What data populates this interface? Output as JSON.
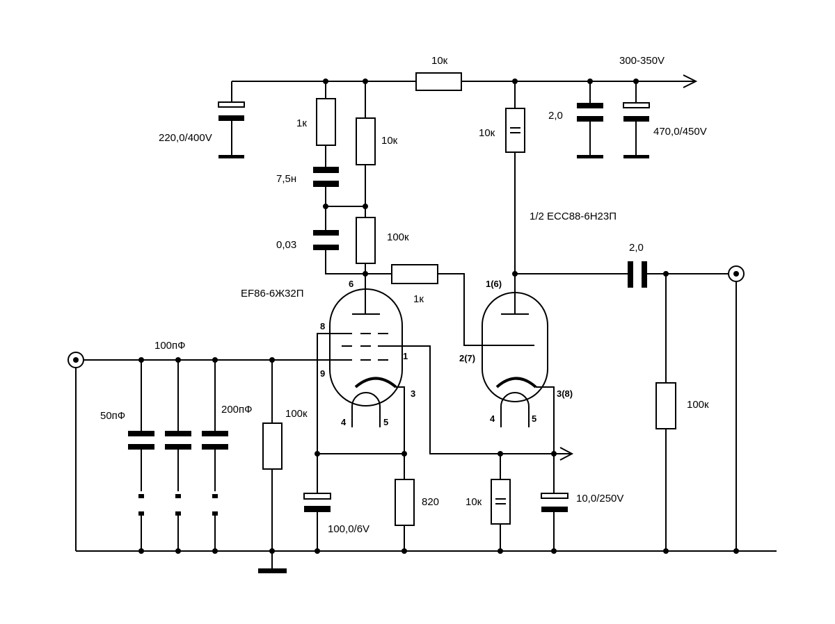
{
  "labels": {
    "r_supply": "10к",
    "supply_voltage": "300-350V",
    "c_220": "220,0/400V",
    "r_1k_top": "1к",
    "c_7n5": "7,5н",
    "r_10k_ef86_load": "10к",
    "c_003": "0,03",
    "r_100k_ef86": "100к",
    "tube_ef86": "EF86-6Ж32П",
    "r_1k_grid": "1к",
    "r_10k_ecc_load": "10к",
    "c_2_supply": "2,0",
    "c_470": "470,0/450V",
    "tube_ecc88": "1/2 ECC88-6Н23П",
    "c_2_out": "2,0",
    "r_100k_out": "100к",
    "c_100pf": "100пФ",
    "c_50pf": "50пФ",
    "c_200pf": "200пФ",
    "r_100k_in": "100к",
    "c_100_6v": "100,0/6V",
    "r_820": "820",
    "r_10k_cathode": "10к",
    "c_10_250v": "10,0/250V"
  },
  "pins": {
    "ef86_p6": "6",
    "ef86_p8": "8",
    "ef86_p9": "9",
    "ef86_p1": "1",
    "ef86_p3": "3",
    "ef86_p4": "4",
    "ef86_p5": "5",
    "ecc_p1": "1(6)",
    "ecc_p2": "2(7)",
    "ecc_p3": "3(8)",
    "ecc_p4": "4",
    "ecc_p5": "5"
  }
}
